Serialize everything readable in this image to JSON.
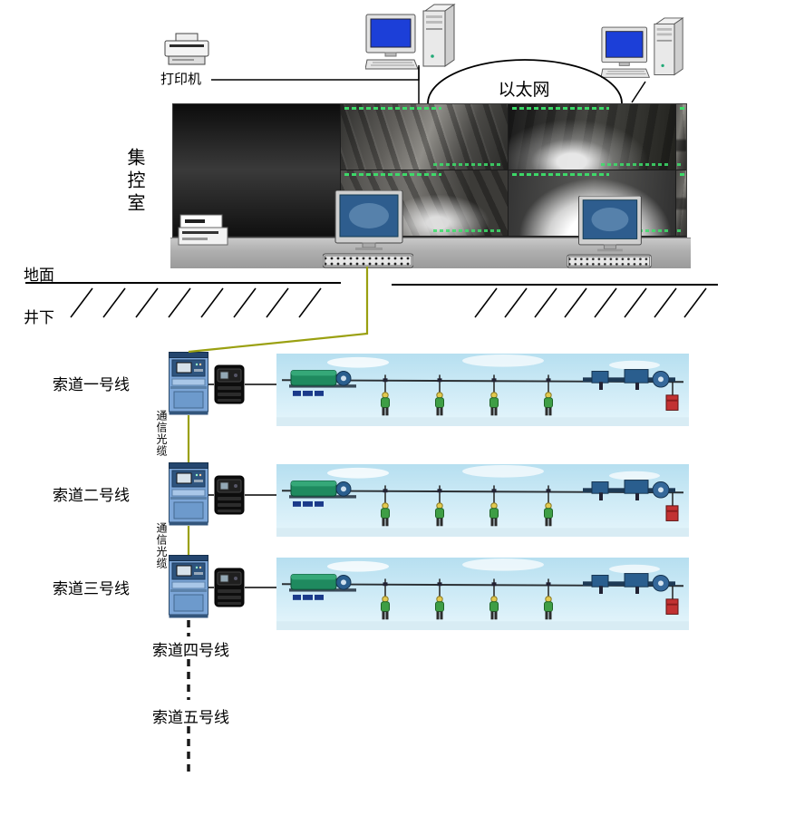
{
  "top": {
    "printer_label": "打印机",
    "ethernet_label": "以太网"
  },
  "control_room": {
    "label": "集控室"
  },
  "surface": {
    "ground_label": "地面",
    "underground_label": "井下"
  },
  "ropeway": {
    "lines": [
      {
        "label": "索道一号线",
        "cable_label": "通信光缆"
      },
      {
        "label": "索道二号线",
        "cable_label": "通信光缆"
      },
      {
        "label": "索道三号线"
      },
      {
        "label": "索道四号线"
      },
      {
        "label": "索道五号线"
      }
    ]
  },
  "icons": {
    "printer": "printer-icon",
    "desktop_computer": "desktop-computer-icon",
    "ethernet_arc": "ethernet-arc",
    "video_wall": "video-wall",
    "desk_recorder": "recorder-icon",
    "workstation": "workstation-icon",
    "control_cabinet": "control-cabinet-icon",
    "junction_box": "junction-box-icon",
    "ropeway_photo": "ropeway-photo",
    "optical_cable": "optical-cable-line"
  },
  "colors": {
    "cable": "#9aa011",
    "screen": "#1c3fd8",
    "weight": "#c23232",
    "overlay_green": "#3ce06a"
  }
}
